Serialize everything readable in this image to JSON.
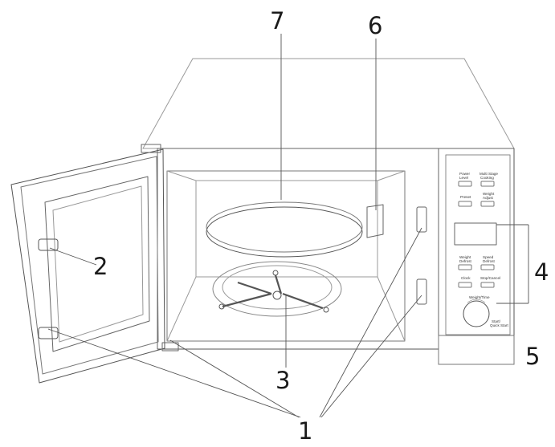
{
  "callouts": {
    "n1": "1",
    "n2": "2",
    "n3": "3",
    "n4": "4",
    "n5": "5",
    "n6": "6",
    "n7": "7"
  },
  "control_panel": {
    "power_level": [
      "Power",
      "Level"
    ],
    "multi_stage": [
      "Multi Stage",
      "Cooking"
    ],
    "preset": "Preset",
    "weight_adjust": [
      "Weight",
      "Adjust"
    ],
    "weight_defrost": [
      "Weight",
      "Defrost"
    ],
    "speed_defrost": [
      "Speed",
      "Defrost"
    ],
    "clock": "Clock",
    "stop_cancel": "Stop/Cancel",
    "knob_top": "Weight/Time",
    "knob_bottom": [
      "Start/",
      "Quick Start"
    ]
  },
  "colors": {
    "line": "#555555",
    "text": "#1a1a1a"
  }
}
